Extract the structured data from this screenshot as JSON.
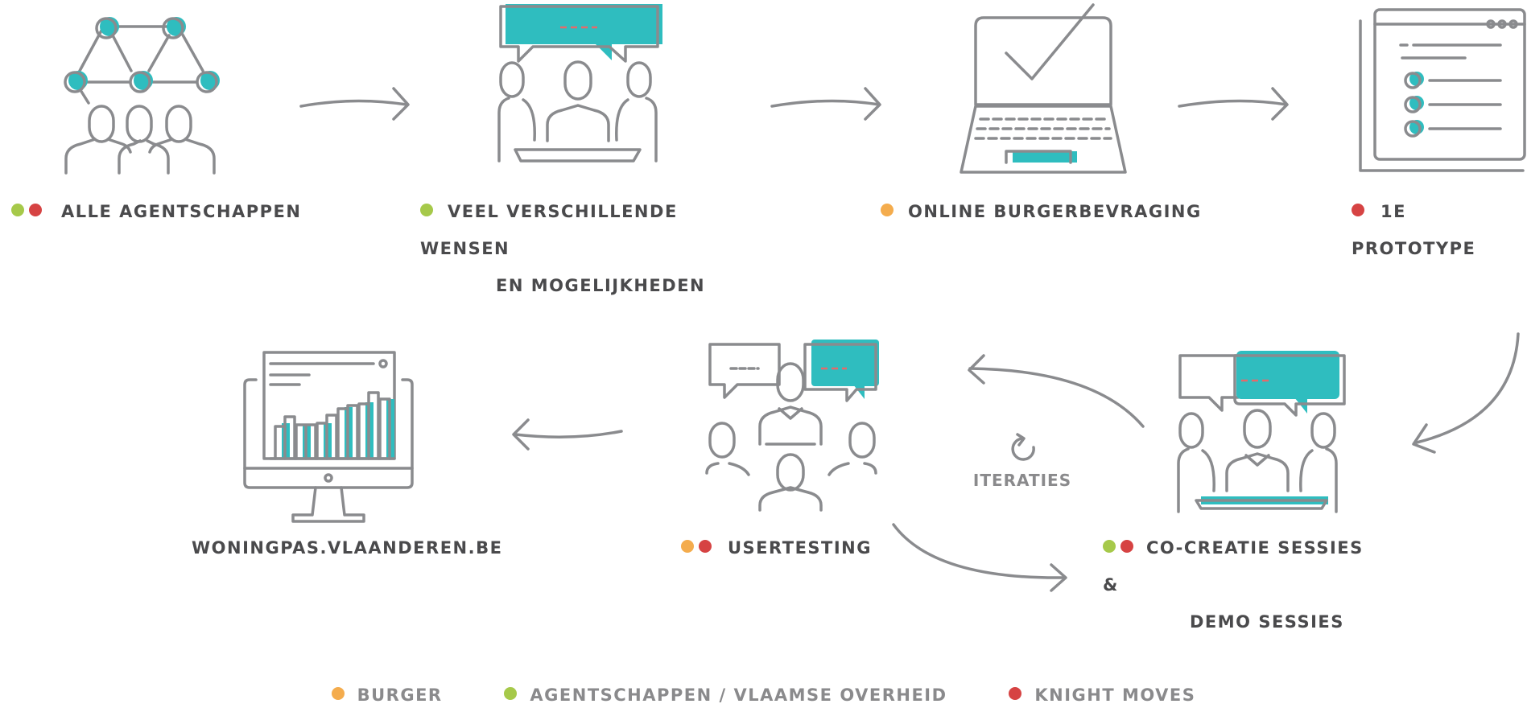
{
  "colors": {
    "burger": "#f4ac4d",
    "agentschappen": "#a6c94a",
    "knight_moves": "#d64343",
    "teal": "#2fbdbf",
    "line": "#8a8b8e",
    "text": "#4a4a4c"
  },
  "steps": [
    {
      "icon": "network-people-icon",
      "line1": "ALLE AGENTSCHAPPEN",
      "line2": "",
      "dots": [
        "agentschappen",
        "knight_moves"
      ]
    },
    {
      "icon": "meeting-chat-icon",
      "line1": "VEEL VERSCHILLENDE WENSEN",
      "line2": "EN MOGELIJKHEDEN",
      "dots": [
        "agentschappen"
      ]
    },
    {
      "icon": "laptop-check-icon",
      "line1": "ONLINE BURGERBEVRAGING",
      "line2": "",
      "dots": [
        "burger"
      ]
    },
    {
      "icon": "prototype-window-icon",
      "line1": "1E PROTOTYPE",
      "line2": "",
      "dots": [
        "knight_moves"
      ]
    },
    {
      "icon": "cocreation-session-icon",
      "line1": "CO-CREATIE SESSIES &",
      "line2": "DEMO SESSIES",
      "dots": [
        "agentschappen",
        "knight_moves"
      ]
    },
    {
      "icon": "usertesting-group-icon",
      "line1": "USERTESTING",
      "line2": "",
      "dots": [
        "burger",
        "knight_moves"
      ]
    },
    {
      "icon": "website-monitor-icon",
      "line1": "WONINGPAS.VLAANDEREN.BE",
      "line2": "",
      "dots": []
    }
  ],
  "iteraties": {
    "icon": "refresh-icon",
    "label": "ITERATIES"
  },
  "legend": [
    {
      "key": "burger",
      "label": "BURGER"
    },
    {
      "key": "agentschappen",
      "label": "AGENTSCHAPPEN / VLAAMSE OVERHEID"
    },
    {
      "key": "knight_moves",
      "label": "KNIGHT MOVES"
    }
  ]
}
